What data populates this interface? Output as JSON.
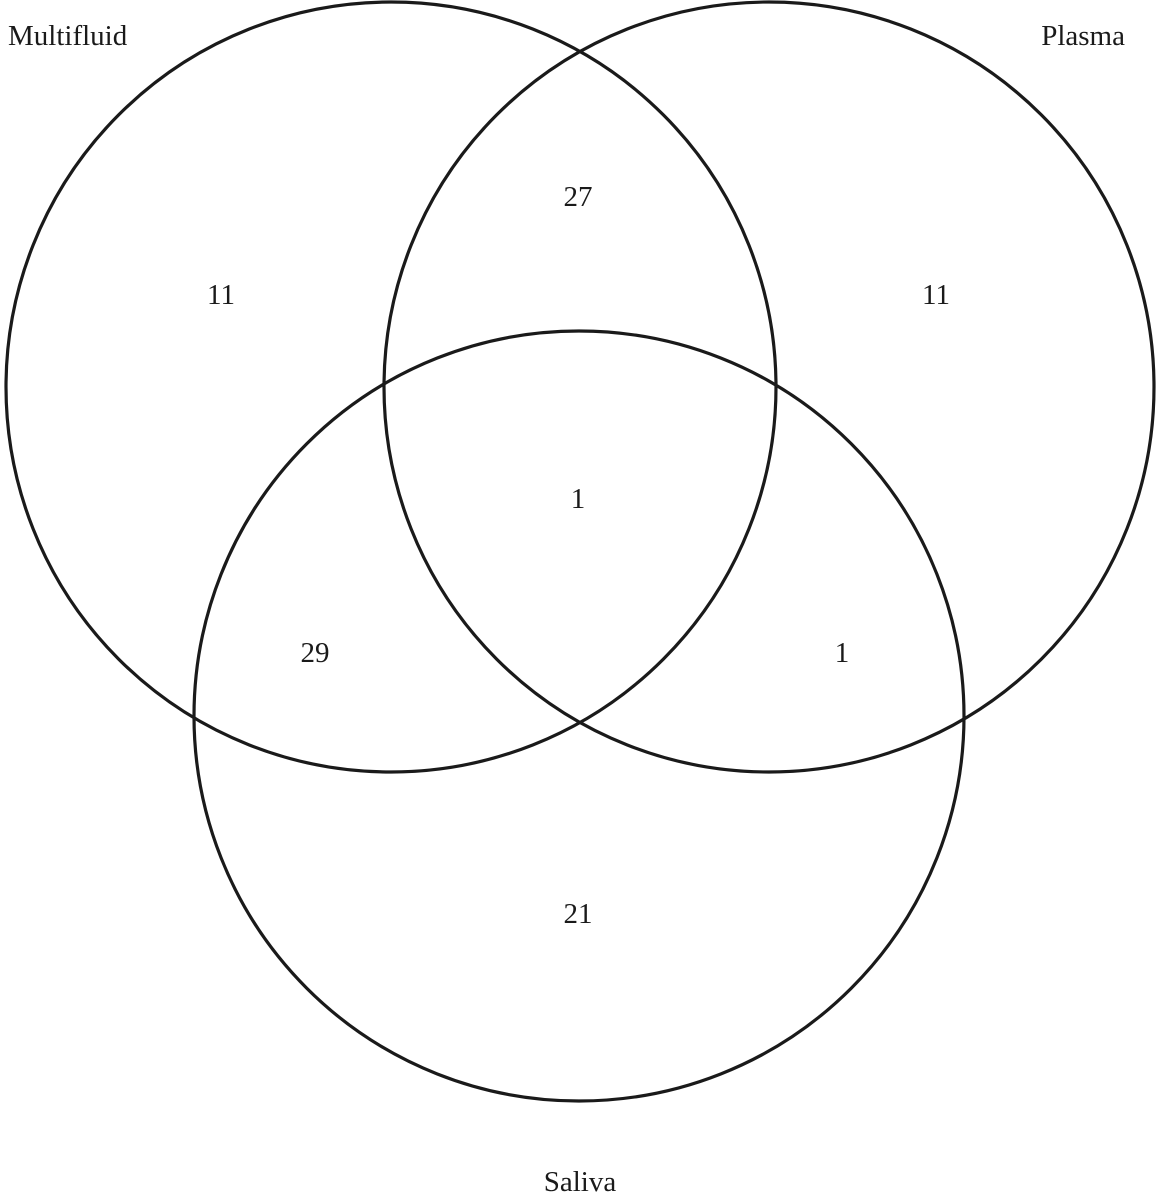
{
  "sets": [
    {
      "id": "multifluid",
      "label": "Multifluid"
    },
    {
      "id": "plasma",
      "label": "Plasma"
    },
    {
      "id": "saliva",
      "label": "Saliva"
    }
  ],
  "regions": {
    "multifluid_only": "11",
    "plasma_only": "11",
    "saliva_only": "21",
    "multifluid_plasma": "27",
    "multifluid_saliva": "29",
    "plasma_saliva": "1",
    "all_three": "1"
  },
  "colors": {
    "stroke": "#1a1a1a",
    "text": "#1a1a1a",
    "background": "#ffffff"
  }
}
